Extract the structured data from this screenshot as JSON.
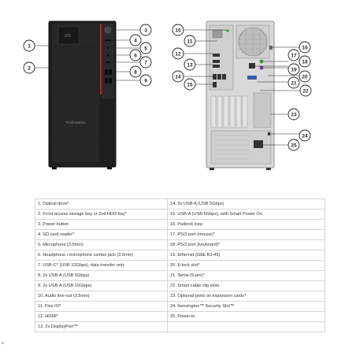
{
  "front_view": {
    "brand": "ThinkStation",
    "callouts": [
      {
        "number": "1"
      },
      {
        "number": "2"
      },
      {
        "number": "3"
      },
      {
        "number": "4"
      },
      {
        "number": "5"
      },
      {
        "number": "6"
      },
      {
        "number": "7"
      },
      {
        "number": "8"
      },
      {
        "number": "9"
      }
    ]
  },
  "rear_view": {
    "callouts": [
      {
        "number": "10"
      },
      {
        "number": "11"
      },
      {
        "number": "12"
      },
      {
        "number": "13"
      },
      {
        "number": "14"
      },
      {
        "number": "15"
      },
      {
        "number": "16"
      },
      {
        "number": "17"
      },
      {
        "number": "18"
      },
      {
        "number": "19"
      },
      {
        "number": "20"
      },
      {
        "number": "21"
      },
      {
        "number": "22"
      },
      {
        "number": "23"
      },
      {
        "number": "24"
      },
      {
        "number": "25"
      }
    ]
  },
  "legend": {
    "rows": [
      {
        "left": "1.  Optical drive*",
        "right": "14. 3x USB-A (USB 5Gbps)"
      },
      {
        "left": "2.  Front access storage bay or 2nd HDD bay*",
        "right": "15. USB-A (USB 5Gbps), with Smart Power On"
      },
      {
        "left": "3.  Power button",
        "right": "16. Padlock loop"
      },
      {
        "left": "4.  SD card reader*",
        "right": "17. PS/2 port (mouse)*"
      },
      {
        "left": "5.  Microphone (3.5mm)",
        "right": "18. PS/2 port (keyboard)*"
      },
      {
        "left": "6.  Headphone / microphone combo jack (3.5mm)",
        "right": "19. Ethernet (GbE RJ-45)"
      },
      {
        "left": "7.  USB-C* (USB 10Gbps), data transfer only",
        "right": "20. E-lock slot*"
      },
      {
        "left": "8.  2x USB-A (USB 5Gbps)",
        "right": "21. Serial (9-pin)*"
      },
      {
        "left": "9.  2x USB-A (USB 10Gbps)",
        "right": "22. Smart cable clip slots"
      },
      {
        "left": "10. Audio line-out (3.5mm)",
        "right": "23. Optional ports on expansion cards*"
      },
      {
        "left": "11.  Flex IO*",
        "right": "24. Kensington™ Security Slot™"
      },
      {
        "left": "12. HDMI*",
        "right": "25. Power-in"
      },
      {
        "left": "13. 2x DisplayPort™",
        "right": ""
      }
    ]
  }
}
